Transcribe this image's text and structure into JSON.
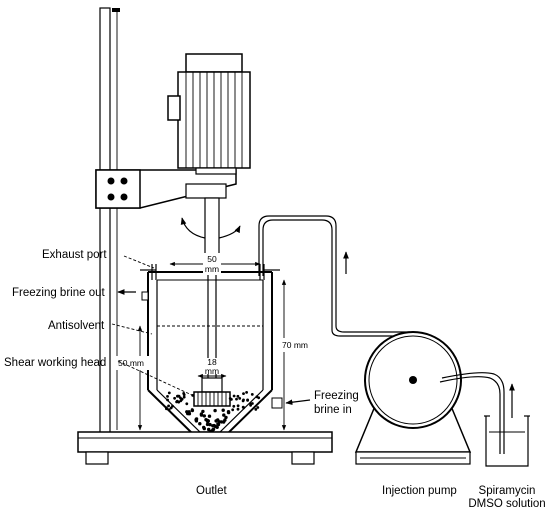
{
  "labels": {
    "exhaust_port": "Exhaust port",
    "freezing_brine_out": "Freezing brine out",
    "antisolvent": "Antisolvent",
    "shear_working_head": "Shear working head",
    "freezing_brine_in_line1": "Freezing",
    "freezing_brine_in_line2": "brine in",
    "outlet": "Outlet",
    "injection_pump": "Injection pump",
    "solution_line1": "Spiramycin",
    "solution_line2": "DMSO solution"
  },
  "dimensions": {
    "top_opening_value": "50",
    "top_opening_unit": "mm",
    "head_width_value": "18",
    "head_width_unit": "mm",
    "vessel_height": "70 mm",
    "liquid_height": "50 mm"
  }
}
